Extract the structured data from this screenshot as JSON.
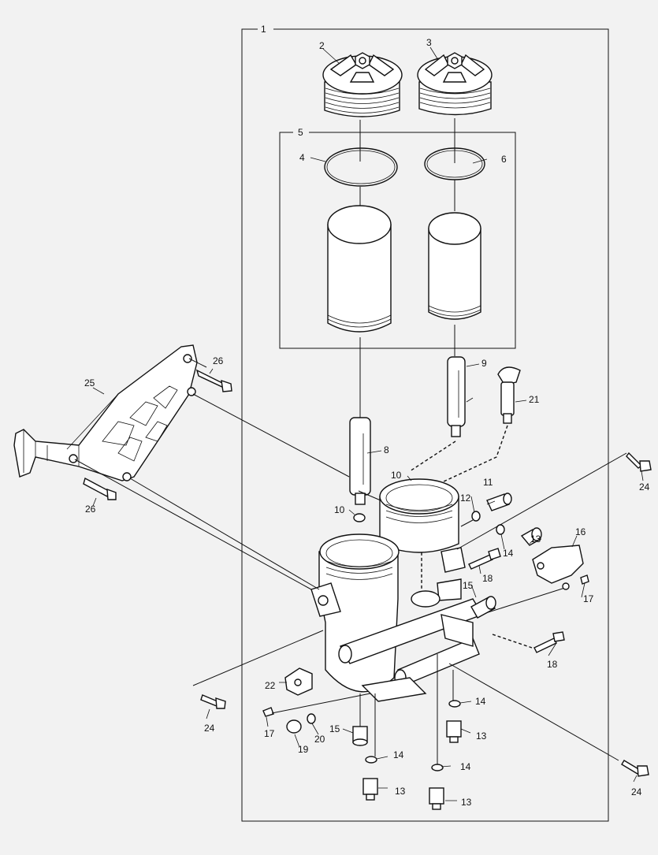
{
  "diagram": {
    "callouts": {
      "c1": "1",
      "c2": "2",
      "c3": "3",
      "c4": "4",
      "c5": "5",
      "c6": "6",
      "c8": "8",
      "c9": "9",
      "c10a": "10",
      "c10b": "10",
      "c11": "11",
      "c12": "12",
      "c13a": "13",
      "c13b": "13",
      "c13c": "13",
      "c13d": "13",
      "c14a": "14",
      "c14b": "14",
      "c14c": "14",
      "c14d": "14",
      "c15a": "15",
      "c15b": "15",
      "c16": "16",
      "c17a": "17",
      "c17b": "17",
      "c18a": "18",
      "c18b": "18",
      "c19": "19",
      "c20": "20",
      "c21": "21",
      "c22": "22",
      "c24a": "24",
      "c24b": "24",
      "c24c": "24",
      "c25": "25",
      "c26a": "26",
      "c26b": "26"
    }
  }
}
